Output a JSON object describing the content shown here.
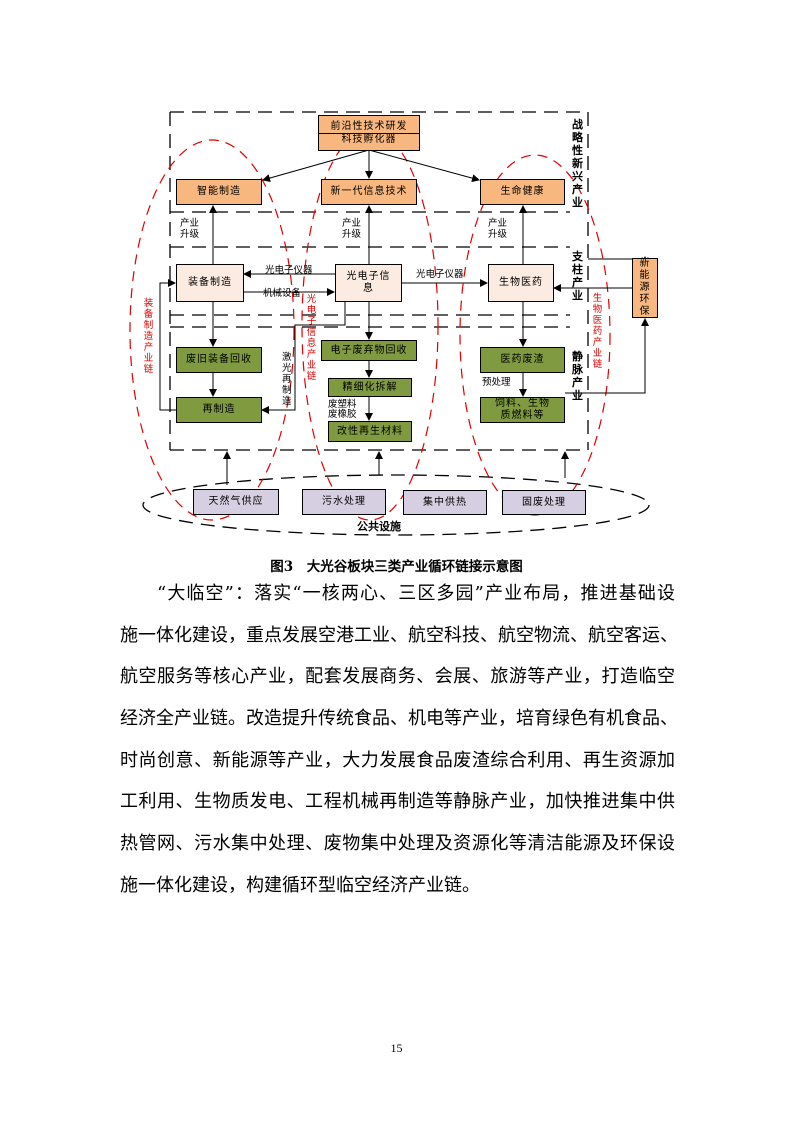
{
  "figure": {
    "top": {
      "row1": "前沿性技术研发",
      "row2": "科技孵化器"
    },
    "strategic": [
      "智能制造",
      "新一代信息技术",
      "生命健康"
    ],
    "pillar": [
      "装备制造",
      "光电子信息",
      "生物医药"
    ],
    "upgrade_label": "产业升级",
    "edge_labels": {
      "optoelectronic_left": "光电子仪器",
      "machinery": "机械设备",
      "optoelectronic_right": "光电子仪器",
      "laser_reman": "激光再制造",
      "pretreat": "预处理",
      "waste_plastic": "废塑料",
      "waste_rubber": "废橡胶"
    },
    "venous_left": [
      "废旧装备回收",
      "再制造"
    ],
    "venous_mid": [
      "电子废弃物回收",
      "精细化拆解",
      "改性再生材料"
    ],
    "venous_right": [
      "医药废渣",
      "饲料、生物质燃料等"
    ],
    "new_energy": "新能源环保",
    "tier_labels": {
      "strategic": "战略性新兴产业",
      "pillar": "支柱产业",
      "venous": "静脉产业"
    },
    "chain_labels": {
      "equipment": "装备制造产业链",
      "opto": "光电子信息产业链",
      "bio": "生物医药产业链"
    },
    "public": {
      "label": "公共设施",
      "items": [
        "天然气供应",
        "污水处理",
        "集中供热",
        "固废处理"
      ]
    },
    "colors": {
      "orange": "#f7b77f",
      "cream": "#fcebe0",
      "green": "#7f9a3f",
      "lilac": "#d6cfe1",
      "chain_red": "#e00000"
    }
  },
  "caption": "图3　大光谷板块三类产业循环链接示意图",
  "paragraph_lines": [
    "“大临空”：落实“一核两心、三区多园”产业布局，推进基础设",
    "施一体化建设，重点发展空港工业、航空科技、航空物流、航空客运、",
    "航空服务等核心产业，配套发展商务、会展、旅游等产业，打造临空",
    "经济全产业链。改造提升传统食品、机电等产业，培育绿色有机食品、",
    "时尚创意、新能源等产业，大力发展食品废渣综合利用、再生资源加",
    "工利用、生物质发电、工程机械再制造等静脉产业，加快推进集中供",
    "热管网、污水集中处理、废物集中处理及资源化等清洁能源及环保设",
    "施一体化建设，构建循环型临空经济产业链。"
  ],
  "page_number": "15"
}
